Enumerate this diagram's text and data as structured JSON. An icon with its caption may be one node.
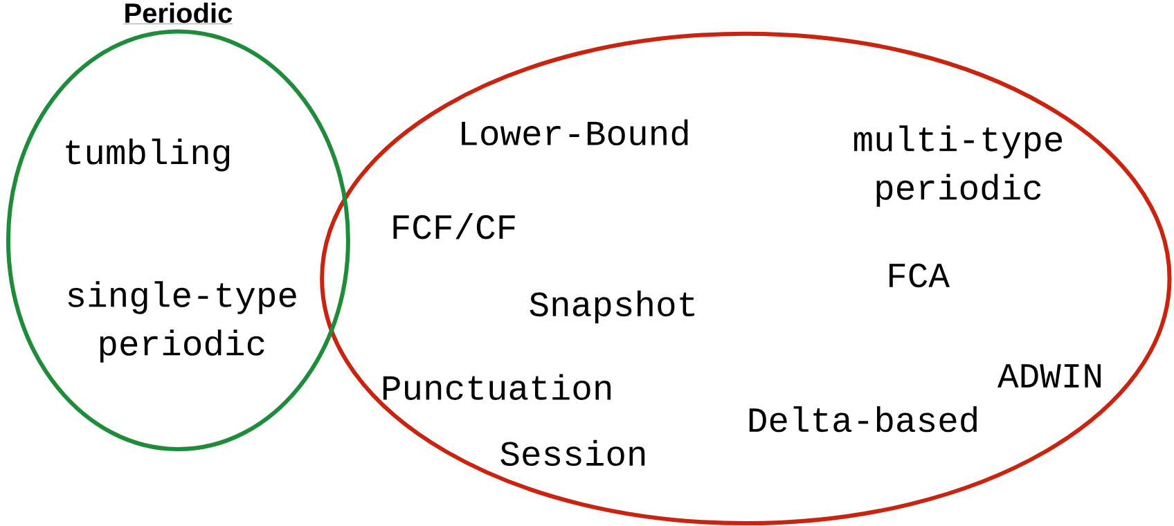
{
  "diagram": {
    "nodes": [
      {
        "text": [
          "Periodic",
          "tumbling",
          "single-type periodic"
        ]
      },
      {
        "text": [
          "Lower-Bound",
          "multi-type periodic",
          "FCF/CF",
          "FCA",
          "Snapshot",
          "Punctuation",
          "ADWIN",
          "Delta-based",
          "Session"
        ]
      }
    ]
  }
}
